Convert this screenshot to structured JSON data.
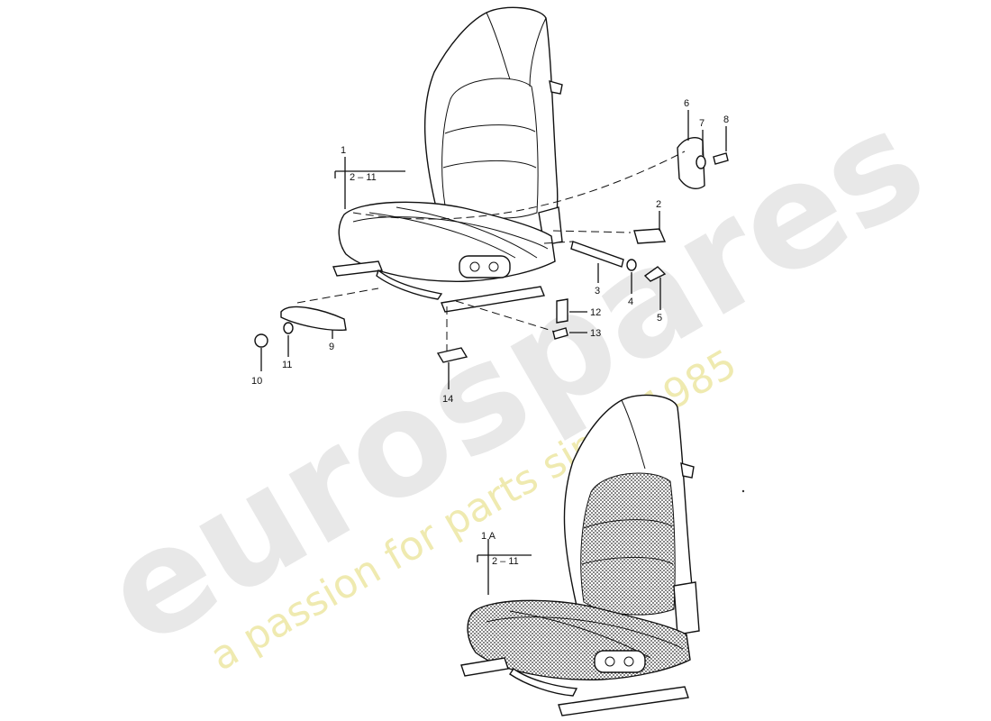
{
  "watermark": {
    "brand": "eurospares",
    "tagline": "a passion for parts since 1985"
  },
  "colors": {
    "line": "#111111",
    "watermark_brand": "#e8e8e8",
    "watermark_tagline": "#efeab0",
    "background": "#ffffff"
  },
  "callouts": {
    "c1": "1",
    "c1_range": "2 – 11",
    "c1a": "1 A",
    "c1a_range": "2 – 11",
    "c2": "2",
    "c3": "3",
    "c4": "4",
    "c5": "5",
    "c6": "6",
    "c7": "7",
    "c8": "8",
    "c9": "9",
    "c10": "10",
    "c11": "11",
    "c12": "12",
    "c13": "13",
    "c14": "14"
  }
}
